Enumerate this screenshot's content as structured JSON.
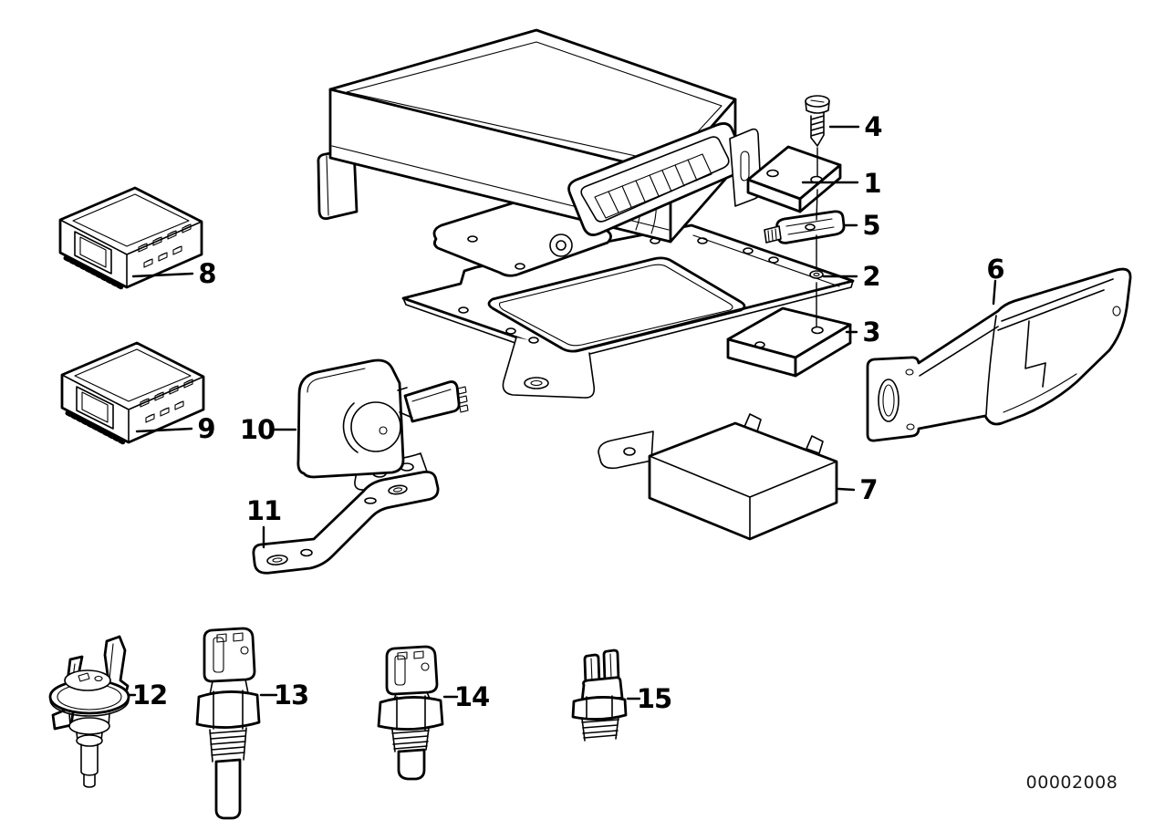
{
  "diagram": {
    "code": "00002008",
    "parts": {
      "1": {
        "label": "1"
      },
      "2": {
        "label": "2"
      },
      "3": {
        "label": "3"
      },
      "4": {
        "label": "4"
      },
      "5": {
        "label": "5"
      },
      "6": {
        "label": "6"
      },
      "7": {
        "label": "7"
      },
      "8": {
        "label": "8"
      },
      "9": {
        "label": "9"
      },
      "10": {
        "label": "10"
      },
      "11": {
        "label": "11"
      },
      "12": {
        "label": "12"
      },
      "13": {
        "label": "13"
      },
      "14": {
        "label": "14"
      },
      "15": {
        "label": "15"
      }
    },
    "colors": {
      "background": "#ffffff",
      "line": "#000000"
    }
  }
}
